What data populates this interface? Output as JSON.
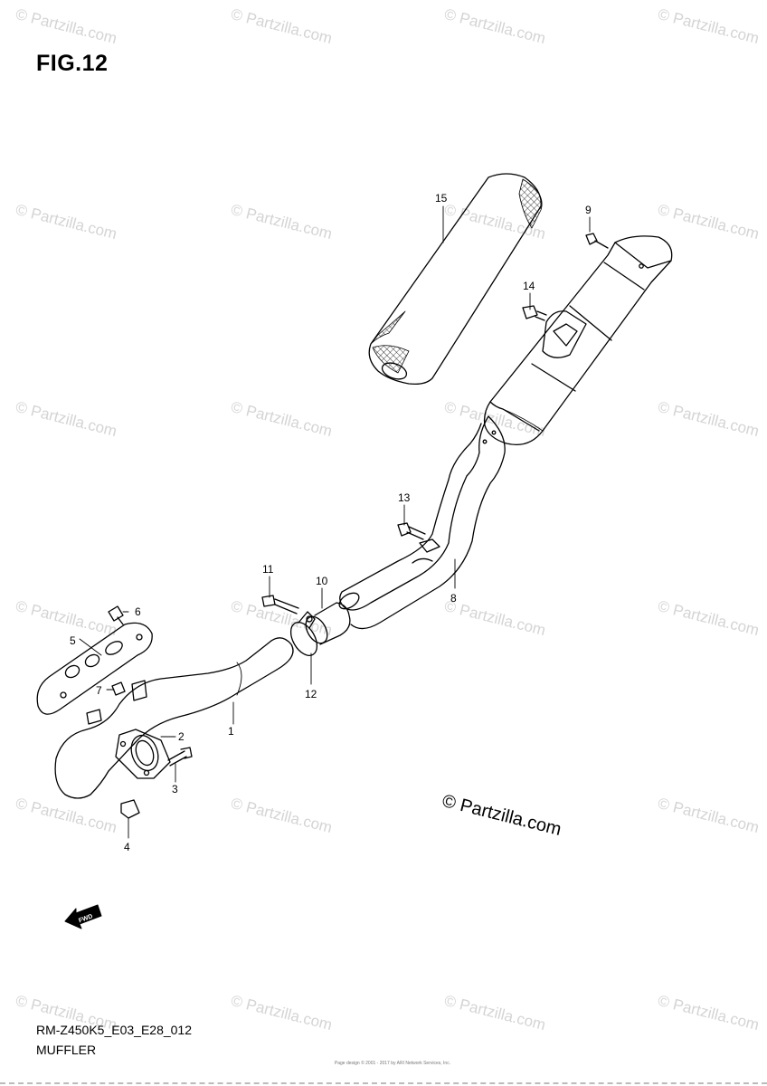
{
  "figure": {
    "title": "FIG.12",
    "model_code": "RM-Z450K5_E03_E28_012",
    "section_name": "MUFFLER"
  },
  "callouts": [
    {
      "id": "1",
      "label": "1"
    },
    {
      "id": "2",
      "label": "2"
    },
    {
      "id": "3",
      "label": "3"
    },
    {
      "id": "4",
      "label": "4"
    },
    {
      "id": "5",
      "label": "5"
    },
    {
      "id": "6",
      "label": "6"
    },
    {
      "id": "7",
      "label": "7"
    },
    {
      "id": "8",
      "label": "8"
    },
    {
      "id": "9",
      "label": "9"
    },
    {
      "id": "10",
      "label": "10"
    },
    {
      "id": "11",
      "label": "11"
    },
    {
      "id": "12",
      "label": "12"
    },
    {
      "id": "13",
      "label": "13"
    },
    {
      "id": "14",
      "label": "14"
    },
    {
      "id": "15",
      "label": "15"
    }
  ],
  "watermark": {
    "text": "© Partzilla.com",
    "main_text": "© Partzilla.com",
    "color": "#d4d4d4"
  },
  "fwd_label": "FWD",
  "footer_note": "Page design © 2001 - 2017 by ARI Network Services, Inc."
}
